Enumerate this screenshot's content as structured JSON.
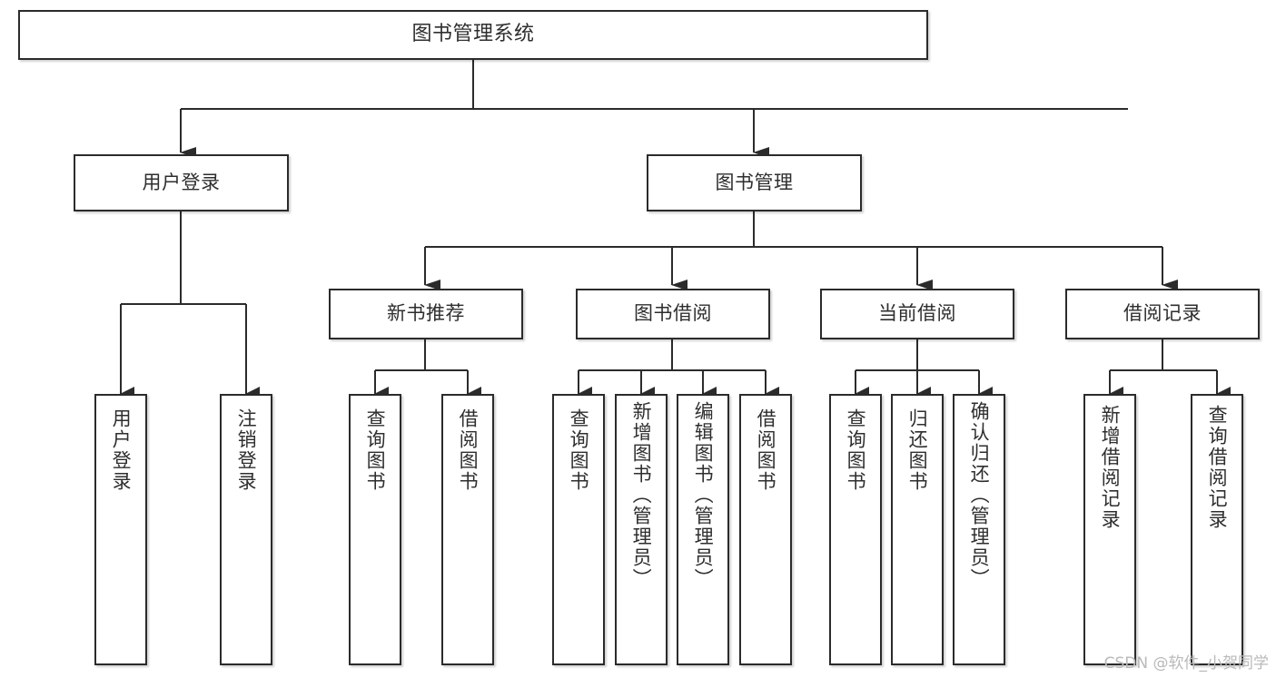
{
  "diagram": {
    "type": "tree",
    "title": "图书管理系统",
    "orientation": "top-down",
    "stroke_color": "#2b2b2b",
    "text_color": "#2e2e2e",
    "background_color": "#ffffff",
    "root": {
      "label": "图书管理系统"
    },
    "level2": [
      {
        "label": "用户登录"
      },
      {
        "label": "图书管理"
      }
    ],
    "level3": [
      {
        "label": "新书推荐"
      },
      {
        "label": "图书借阅"
      },
      {
        "label": "当前借阅"
      },
      {
        "label": "借阅记录"
      }
    ],
    "leaves": {
      "user_login": [
        {
          "label": "用户登录"
        },
        {
          "label": "注销登录"
        }
      ],
      "new_book_recommend": [
        {
          "label": "查询图书"
        },
        {
          "label": "借阅图书"
        }
      ],
      "book_borrow": [
        {
          "label": "查询图书"
        },
        {
          "label": "新增图书（管理员）"
        },
        {
          "label": "编辑图书（管理员）"
        },
        {
          "label": "借阅图书"
        }
      ],
      "current_borrow": [
        {
          "label": "查询图书"
        },
        {
          "label": "归还图书"
        },
        {
          "label": "确认归还（管理员）"
        }
      ],
      "borrow_record": [
        {
          "label": "新增借阅记录"
        },
        {
          "label": "查询借阅记录"
        }
      ]
    }
  },
  "watermark": {
    "text": "CSDN @软件_小贺同学"
  }
}
